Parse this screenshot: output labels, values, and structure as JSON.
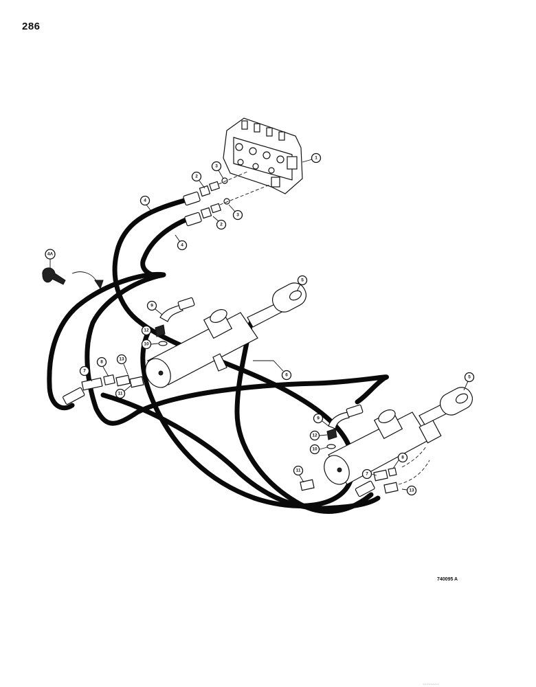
{
  "page_number": "286",
  "figure_id": "740095 A",
  "footer_mark": "~~~~~~~~",
  "callouts": [
    {
      "label": "1"
    },
    {
      "label": "2"
    },
    {
      "label": "3"
    },
    {
      "label": "2"
    },
    {
      "label": "3"
    },
    {
      "label": "4"
    },
    {
      "label": "4"
    },
    {
      "label": "4A"
    },
    {
      "label": "5"
    },
    {
      "label": "9"
    },
    {
      "label": "12"
    },
    {
      "label": "10"
    },
    {
      "label": "13"
    },
    {
      "label": "8"
    },
    {
      "label": "7"
    },
    {
      "label": "11"
    },
    {
      "label": "6"
    },
    {
      "label": "5"
    },
    {
      "label": "9"
    },
    {
      "label": "12"
    },
    {
      "label": "10"
    },
    {
      "label": "11"
    },
    {
      "label": "8"
    },
    {
      "label": "7"
    },
    {
      "label": "13"
    }
  ]
}
